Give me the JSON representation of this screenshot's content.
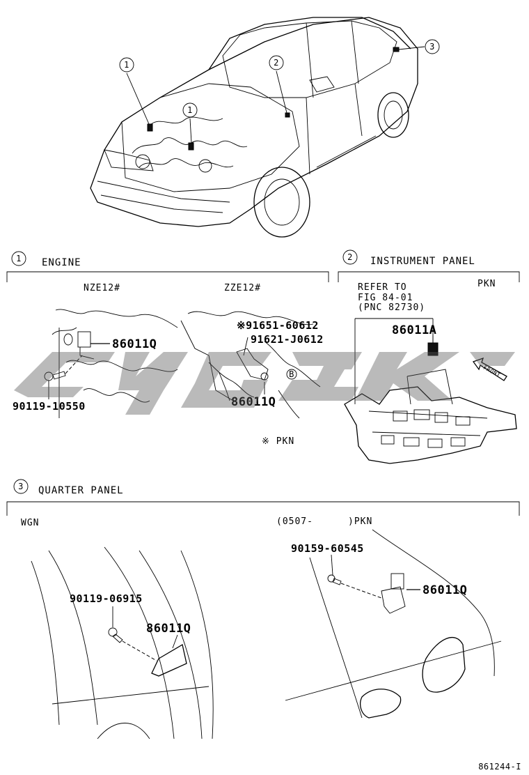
{
  "callouts": {
    "c1": "1",
    "c2": "2",
    "c3": "3"
  },
  "sections": {
    "engine": {
      "number": "1",
      "title": "ENGINE",
      "nze": {
        "label": "NZE12#",
        "relay": "86011Q",
        "bolt": "90119-10550"
      },
      "zze": {
        "label": "ZZE12#",
        "mark_a": "※91651-60612",
        "mark_b": "91621-J0612",
        "relay": "86011Q",
        "circle_letter": "B",
        "note": "※ PKN"
      }
    },
    "instrument_panel": {
      "number": "2",
      "title": "INSTRUMENT PANEL",
      "pkn": "PKN",
      "refer_line1": "REFER TO",
      "refer_line2": "FIG 84-01",
      "refer_line3": "(PNC 82730)",
      "relay": "86011A",
      "front_label": "FRONT"
    },
    "quarter_panel": {
      "number": "3",
      "title": "QUARTER PANEL",
      "wgn": {
        "label": "WGN",
        "bolt": "90119-06915",
        "relay": "86011Q"
      },
      "pkn": {
        "label_left": "(0507-",
        "label_right": ")PKN",
        "bolt": "90159-60545",
        "relay": "86011Q"
      }
    }
  },
  "footer": {
    "code": "861244-I"
  }
}
